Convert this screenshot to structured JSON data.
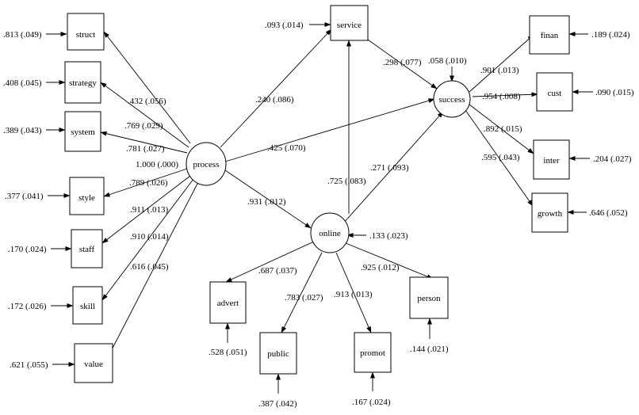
{
  "diagram": {
    "nodes": {
      "struct": "struct",
      "strategy": "strategy",
      "system": "system",
      "style": "style",
      "staff": "staff",
      "skill": "skill",
      "value": "value",
      "process": "process",
      "service": "service",
      "online": "online",
      "success": "success",
      "finan": "finan",
      "cust": "cust",
      "inter": "inter",
      "growth": "growth",
      "advert": "advert",
      "public": "public",
      "promot": "promot",
      "person": "person"
    },
    "paths": {
      "process_struct": ".432 (.056)",
      "process_strategy": ".769 (.029)",
      "process_system": ".781 (.027)",
      "process_fixed": "1.000 (.000)",
      "process_style": ".789 (.026)",
      "process_staff": ".911 (.013)",
      "process_skill": ".910 (.014)",
      "process_value": ".616 (.045)",
      "process_service": ".240 (.086)",
      "process_success": ".425 (.070)",
      "process_online": ".931 (.012)",
      "service_success": ".298 (.077)",
      "online_service": ".725 (.083)",
      "online_success": ".271 (.093)",
      "success_finan": ".901 (.013)",
      "success_cust": ".954 (.008)",
      "success_inter": ".892 (.015)",
      "success_growth": ".595 (.043)",
      "online_advert": ".687 (.037)",
      "online_public": ".783 (.027)",
      "online_promot": ".913 (.013)",
      "online_person": ".925 (.012)"
    },
    "errors": {
      "struct": ".813 (.049)",
      "strategy": ".408 (.045)",
      "system": ".389 (.043)",
      "style": ".377 (.041)",
      "staff": ".170 (.024)",
      "skill": ".172 (.026)",
      "value": ".621 (.055)",
      "service": ".093 (.014)",
      "success": ".058 (.010)",
      "online": ".133 (.023)",
      "finan": ".189 (.024)",
      "cust": ".090 (.015)",
      "inter": ".204 (.027)",
      "growth": ".646 (.052)",
      "advert": ".528 (.051)",
      "public": ".387 (.042)",
      "promot": ".167 (.024)",
      "person": ".144 (.021)"
    }
  }
}
